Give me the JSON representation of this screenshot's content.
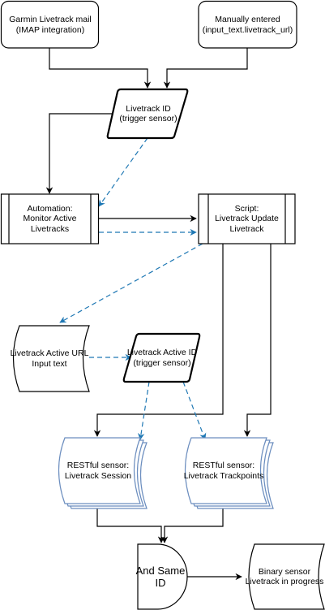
{
  "colors": {
    "stroke": "#000000",
    "dashed_edge": "#1f78b4",
    "restful_stroke": "#6c8ebf",
    "background": "#ffffff"
  },
  "nodes": {
    "garmin": {
      "text": "Garmin Livetrack mail\n(IMAP integration)"
    },
    "manual": {
      "text": "Manually entered\n(input_text.livetrack_url)"
    },
    "livetrack_id": {
      "text": "Livetrack ID\n(trigger sensor)"
    },
    "automation": {
      "text": "Automation:\nMonitor Active\nLivetracks"
    },
    "script": {
      "text": "Script:\nLivetrack Update\nLivetrack"
    },
    "active_url": {
      "text": "Livetrack Active URL\nInput text"
    },
    "active_id": {
      "text": "Livetrack Active ID\n(trigger sensor)"
    },
    "rest_session": {
      "text": "RESTful sensor:\nLivetrack Session"
    },
    "rest_trackpoints": {
      "text": "RESTful sensor:\nLivetrack Trackpoints"
    },
    "and_same_id": {
      "text": "And Same\nID"
    },
    "binary_sensor": {
      "text": "Binary sensor\nLivetrack in progress"
    }
  }
}
